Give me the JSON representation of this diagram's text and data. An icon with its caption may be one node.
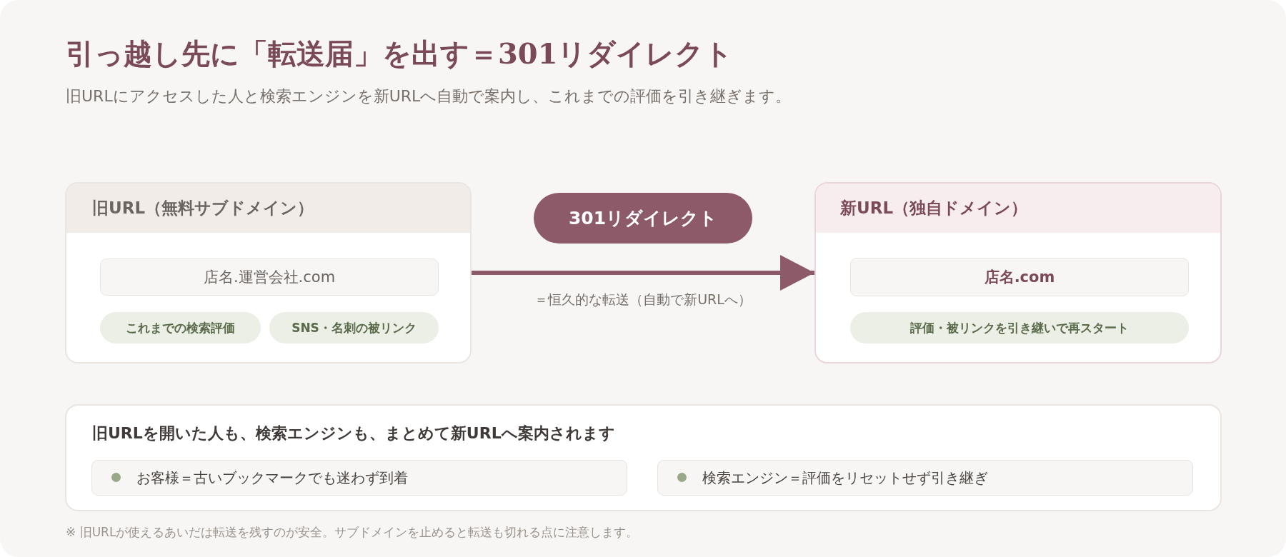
{
  "diagram": {
    "title": "引っ越し先に「転送届」を出す＝301リダイレクト",
    "nodes": [
      {
        "text": [
          "旧URL（無料サブドメイン）"
        ]
      },
      {
        "text": [
          "店名.運営会社.com"
        ],
        "in": 0
      },
      {
        "text": [
          "これまでの検索評価"
        ],
        "in": 0
      },
      {
        "text": [
          "SNS・名刺の被リンク"
        ],
        "in": 0
      },
      {
        "text": [
          "301リダイレクト"
        ]
      },
      {
        "text": [
          "新URL（独自ドメイン）"
        ]
      },
      {
        "text": [
          "店名.com"
        ],
        "in": 5
      },
      {
        "text": [
          "評価・被リンクを引き継いで再スタート"
        ],
        "in": 5
      },
      {
        "text": [
          "旧URLを開いた人も、検索エンジンも、まとめて新URLへ案内されます"
        ]
      },
      {
        "text": [
          "お客様＝古いブックマークでも迷わず到着"
        ],
        "in": 8
      },
      {
        "text": [
          "検索エンジン＝評価をリセットせず引き継ぎ"
        ],
        "in": 8
      }
    ],
    "edges": [
      {
        "from": 0,
        "to": 5,
        "arrow": "to",
        "label": "＝恒久的な転送（自動で新URLへ）"
      }
    ],
    "labels": [
      "旧URLにアクセスした人と検索エンジンを新URLへ自動で案内し、これまでの評価を引き継ぎます。",
      "※ 旧URLが使えるあいだは転送を残すのが安全。サブドメインを止めると転送も切れる点に注意します。"
    ]
  }
}
